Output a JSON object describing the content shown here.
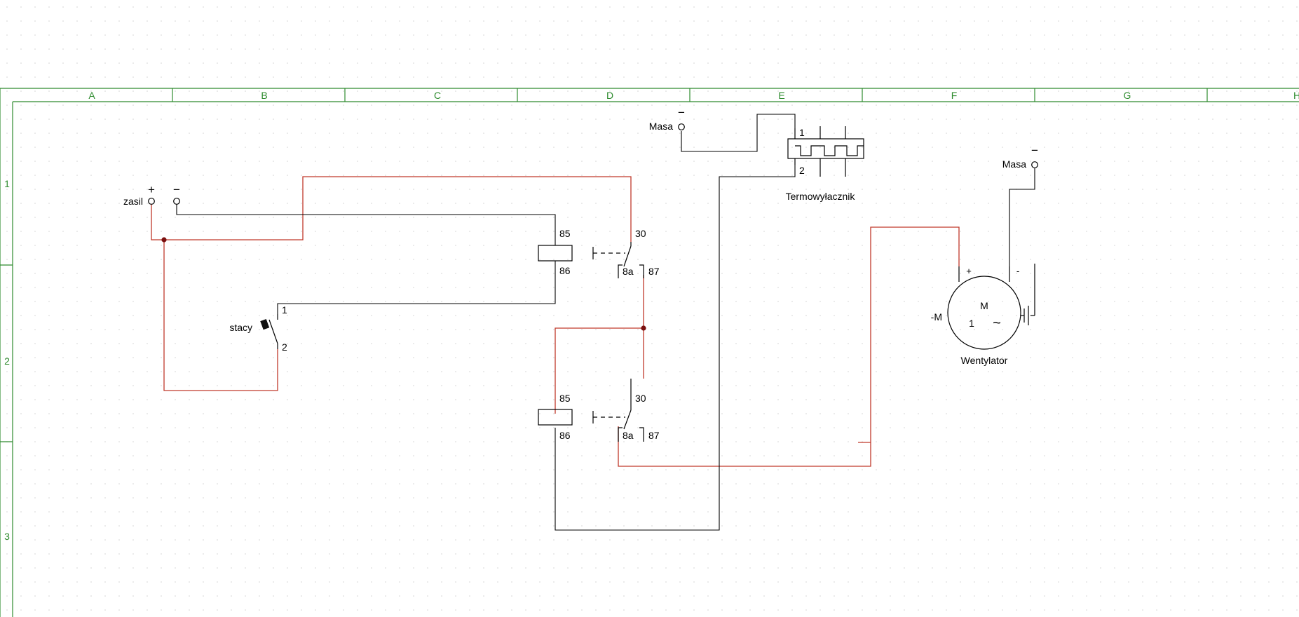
{
  "grid": {
    "columns": [
      "A",
      "B",
      "C",
      "D",
      "E",
      "F",
      "G",
      "H"
    ],
    "rows": [
      "1",
      "2",
      "3"
    ],
    "frame_color": "#2e8b2e",
    "dot_color": "#d9d9d9"
  },
  "colors": {
    "red_wire": "#c0392b",
    "black_wire": "#000000",
    "junction": "#7a1010"
  },
  "supply": {
    "label": "zasil",
    "plus": "+",
    "minus": "−"
  },
  "switch": {
    "label": "stacy",
    "pin1": "1",
    "pin2": "2"
  },
  "relay1": {
    "coil_a": "85",
    "coil_b": "86",
    "common": "30",
    "nc": "8a",
    "no": "87"
  },
  "relay2": {
    "coil_a": "85",
    "coil_b": "86",
    "common": "30",
    "nc": "8a",
    "no": "87"
  },
  "ground_top": {
    "label": "Masa",
    "sign": "−"
  },
  "ground_motor": {
    "label": "Masa",
    "sign": "−"
  },
  "thermal": {
    "label": "Termowyłacznik",
    "pin1": "1",
    "pin2": "2"
  },
  "motor": {
    "label": "Wentylator",
    "tag": "-M",
    "letter": "M",
    "phase": "1",
    "ac": "~",
    "plus": "+",
    "minus": "-"
  }
}
